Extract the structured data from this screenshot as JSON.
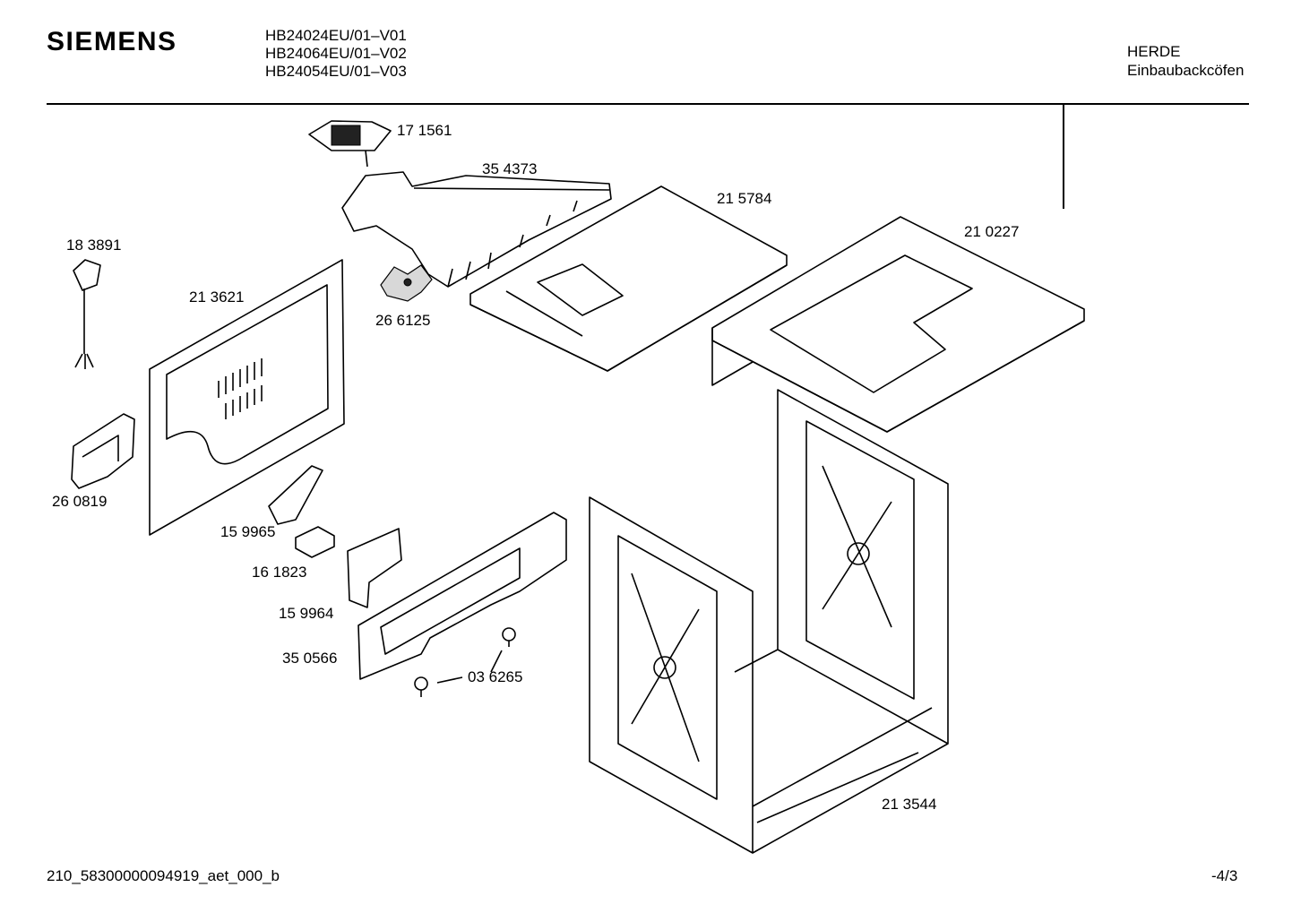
{
  "header": {
    "brand": "SIEMENS",
    "models": [
      "HB24024EU/01–V01",
      "HB24064EU/01–V02",
      "HB24054EU/01–V03"
    ],
    "category": "HERDE",
    "subcategory": "Einbaubackcöfen"
  },
  "parts": [
    {
      "id": "p1",
      "number": "17 1561"
    },
    {
      "id": "p2",
      "number": "35 4373"
    },
    {
      "id": "p3",
      "number": "21 5784"
    },
    {
      "id": "p4",
      "number": "21 0227"
    },
    {
      "id": "p5",
      "number": "18 3891"
    },
    {
      "id": "p6",
      "number": "21 3621"
    },
    {
      "id": "p7",
      "number": "26 6125"
    },
    {
      "id": "p8",
      "number": "26 0819"
    },
    {
      "id": "p9",
      "number": "15 9965"
    },
    {
      "id": "p10",
      "number": "16 1823"
    },
    {
      "id": "p11",
      "number": "15 9964"
    },
    {
      "id": "p12",
      "number": "35 0566"
    },
    {
      "id": "p13",
      "number": "03 6265"
    },
    {
      "id": "p14",
      "number": "21 3544"
    }
  ],
  "footer": {
    "document_code": "210_58300000094919_aet_000_b",
    "page": "-4/3"
  }
}
